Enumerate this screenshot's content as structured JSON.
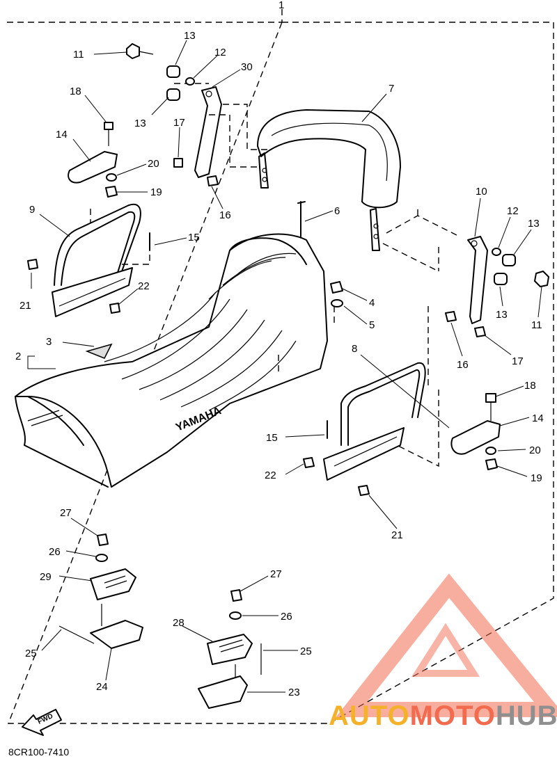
{
  "diagram": {
    "assembly_number": "1",
    "drawing_code": "8CR100-7410",
    "fwd_label": "FWD",
    "seat_brand_text": "YAMAHA",
    "callouts": [
      {
        "id": "c1",
        "text": "1"
      },
      {
        "id": "c2",
        "text": "2"
      },
      {
        "id": "c3",
        "text": "3"
      },
      {
        "id": "c4",
        "text": "4"
      },
      {
        "id": "c5",
        "text": "5"
      },
      {
        "id": "c6",
        "text": "6"
      },
      {
        "id": "c7",
        "text": "7"
      },
      {
        "id": "c8",
        "text": "8"
      },
      {
        "id": "c9",
        "text": "9"
      },
      {
        "id": "c10",
        "text": "10"
      },
      {
        "id": "c11a",
        "text": "11"
      },
      {
        "id": "c11b",
        "text": "11"
      },
      {
        "id": "c12a",
        "text": "12"
      },
      {
        "id": "c12b",
        "text": "12"
      },
      {
        "id": "c13a",
        "text": "13"
      },
      {
        "id": "c13b",
        "text": "13"
      },
      {
        "id": "c13c",
        "text": "13"
      },
      {
        "id": "c13d",
        "text": "13"
      },
      {
        "id": "c14a",
        "text": "14"
      },
      {
        "id": "c14b",
        "text": "14"
      },
      {
        "id": "c15a",
        "text": "15"
      },
      {
        "id": "c15b",
        "text": "15"
      },
      {
        "id": "c16a",
        "text": "16"
      },
      {
        "id": "c16b",
        "text": "16"
      },
      {
        "id": "c17a",
        "text": "17"
      },
      {
        "id": "c17b",
        "text": "17"
      },
      {
        "id": "c18a",
        "text": "18"
      },
      {
        "id": "c18b",
        "text": "18"
      },
      {
        "id": "c19a",
        "text": "19"
      },
      {
        "id": "c19b",
        "text": "19"
      },
      {
        "id": "c20a",
        "text": "20"
      },
      {
        "id": "c20b",
        "text": "20"
      },
      {
        "id": "c21a",
        "text": "21"
      },
      {
        "id": "c21b",
        "text": "21"
      },
      {
        "id": "c22a",
        "text": "22"
      },
      {
        "id": "c22b",
        "text": "22"
      },
      {
        "id": "c23",
        "text": "23"
      },
      {
        "id": "c24",
        "text": "24"
      },
      {
        "id": "c25a",
        "text": "25"
      },
      {
        "id": "c25b",
        "text": "25"
      },
      {
        "id": "c26a",
        "text": "26"
      },
      {
        "id": "c26b",
        "text": "26"
      },
      {
        "id": "c27a",
        "text": "27"
      },
      {
        "id": "c27b",
        "text": "27"
      },
      {
        "id": "c28",
        "text": "28"
      },
      {
        "id": "c29",
        "text": "29"
      },
      {
        "id": "c30",
        "text": "30"
      }
    ]
  },
  "watermark": {
    "part1": "AUTO",
    "part2": "MOTO",
    "part3": "HUB",
    "color_primary": "#f26b4f",
    "color_accent": "#f5b12a",
    "color_gray": "#8f8f8f"
  }
}
